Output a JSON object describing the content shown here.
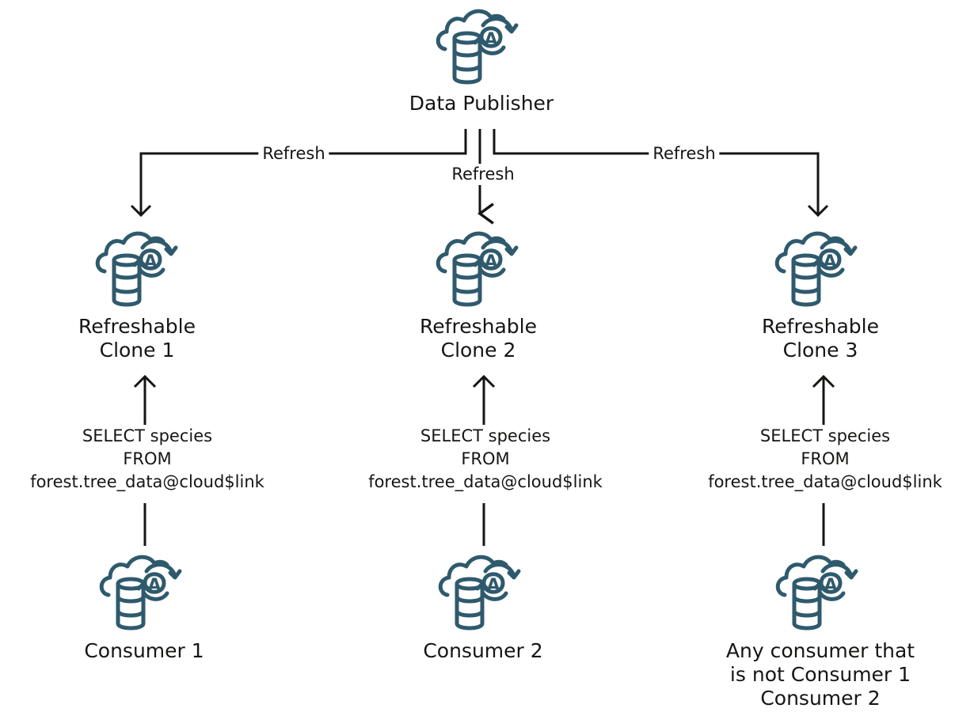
{
  "colors": {
    "icon": "#2f5a6d",
    "line": "#161513",
    "text": "#161513"
  },
  "icon_name": "autonomous-database-cloud-icon",
  "publisher": {
    "label": "Data Publisher"
  },
  "refresh_label": "Refresh",
  "clones": [
    {
      "line1": "Refreshable",
      "line2": "Clone 1"
    },
    {
      "line1": "Refreshable",
      "line2": "Clone 2"
    },
    {
      "line1": "Refreshable",
      "line2": "Clone 3"
    }
  ],
  "query": {
    "line1": "SELECT species",
    "line2": "FROM",
    "line3": "forest.tree_data@cloud$link"
  },
  "consumers": [
    {
      "label": "Consumer 1"
    },
    {
      "label": "Consumer 2"
    },
    {
      "line1": "Any consumer that",
      "line2": "is not Consumer 1",
      "line3": "Consumer 2"
    }
  ]
}
